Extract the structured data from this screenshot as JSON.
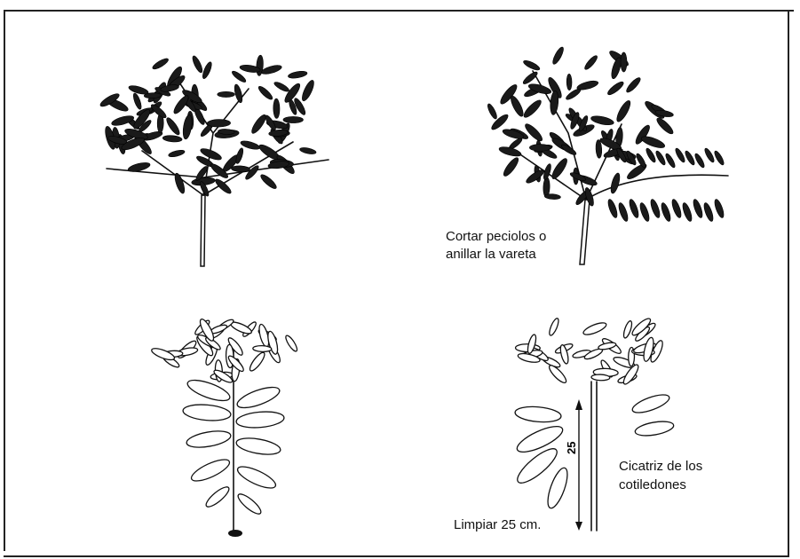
{
  "labels": {
    "cortar_line1": "Cortar peciolos o",
    "cortar_line2": "anillar la vareta",
    "cicatriz_line1": "Cicatriz de los",
    "cicatriz_line2": "cotiledones",
    "limpiar": "Limpiar 25 cm.",
    "height_mark": "25"
  }
}
